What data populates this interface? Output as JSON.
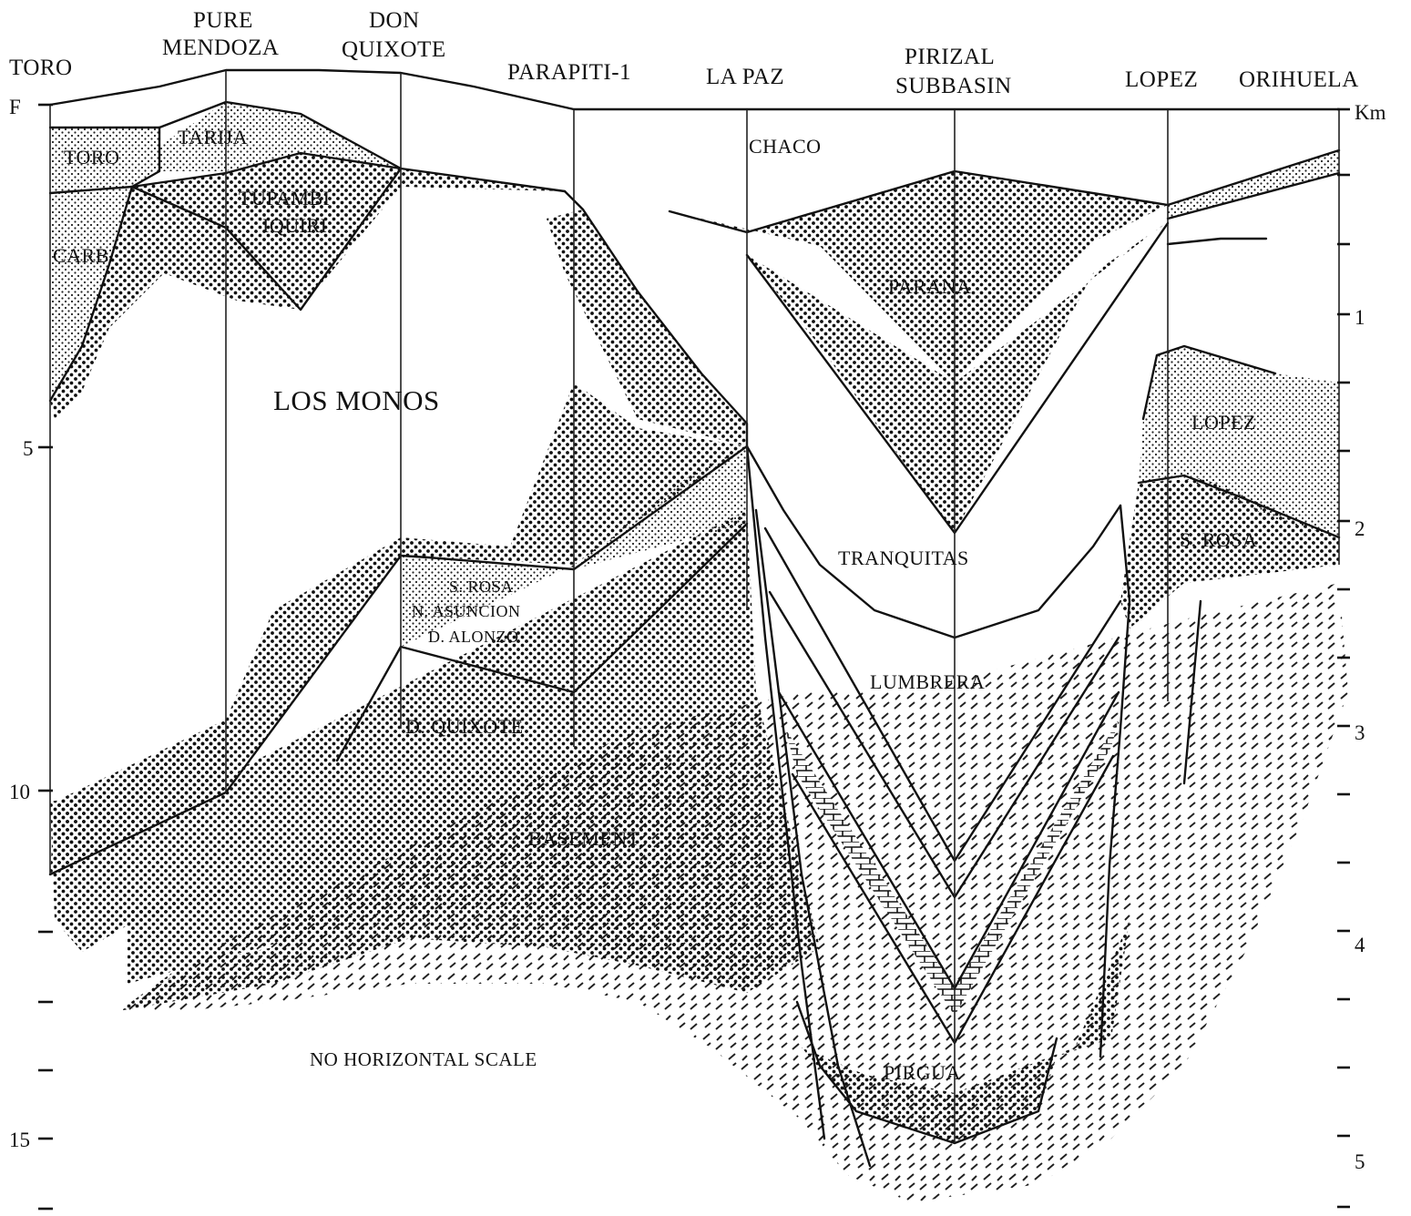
{
  "wells": [
    {
      "id": "toro",
      "lines": [
        "TORO"
      ]
    },
    {
      "id": "pure-mendoza",
      "lines": [
        "PURE",
        "MENDOZA"
      ]
    },
    {
      "id": "don-quixote",
      "lines": [
        "DON",
        "QUIXOTE"
      ]
    },
    {
      "id": "parapiti",
      "lines": [
        "PARAPITI-1"
      ]
    },
    {
      "id": "la-paz",
      "lines": [
        "LA PAZ"
      ]
    },
    {
      "id": "pirizal",
      "lines": [
        "PIRIZAL",
        "SUBBASIN"
      ]
    },
    {
      "id": "lopez",
      "lines": [
        "LOPEZ"
      ]
    },
    {
      "id": "orihuela",
      "lines": [
        "ORIHUELA"
      ]
    }
  ],
  "units": {
    "toro_sm": "TORO",
    "tarija": "TARIJA",
    "carb": "CARB",
    "tupambi": "TUPAMBI",
    "iquiri": "IQUIRI",
    "chaco": "CHACO",
    "parana": "PARANA",
    "los_monos": "LOS MONOS",
    "lopez": "LOPEZ",
    "s_rosa": "S. ROSA",
    "tranquitas": "TRANQUITAS",
    "srosa_group": [
      "S. ROSA",
      "N. ASUNCION",
      "D. ALONZO"
    ],
    "lumbrera": "LUMBRERA",
    "d_quixote": "D. QUIXOTE",
    "basement": "BASEMENT",
    "pirgua": "PIRGUA"
  },
  "note": "NO HORIZONTAL SCALE",
  "left_axis": {
    "unit": "F",
    "labels": [
      "5",
      "10",
      "15"
    ]
  },
  "right_axis": {
    "unit": "Km",
    "labels": [
      "1",
      "2",
      "3",
      "4",
      "5"
    ]
  }
}
